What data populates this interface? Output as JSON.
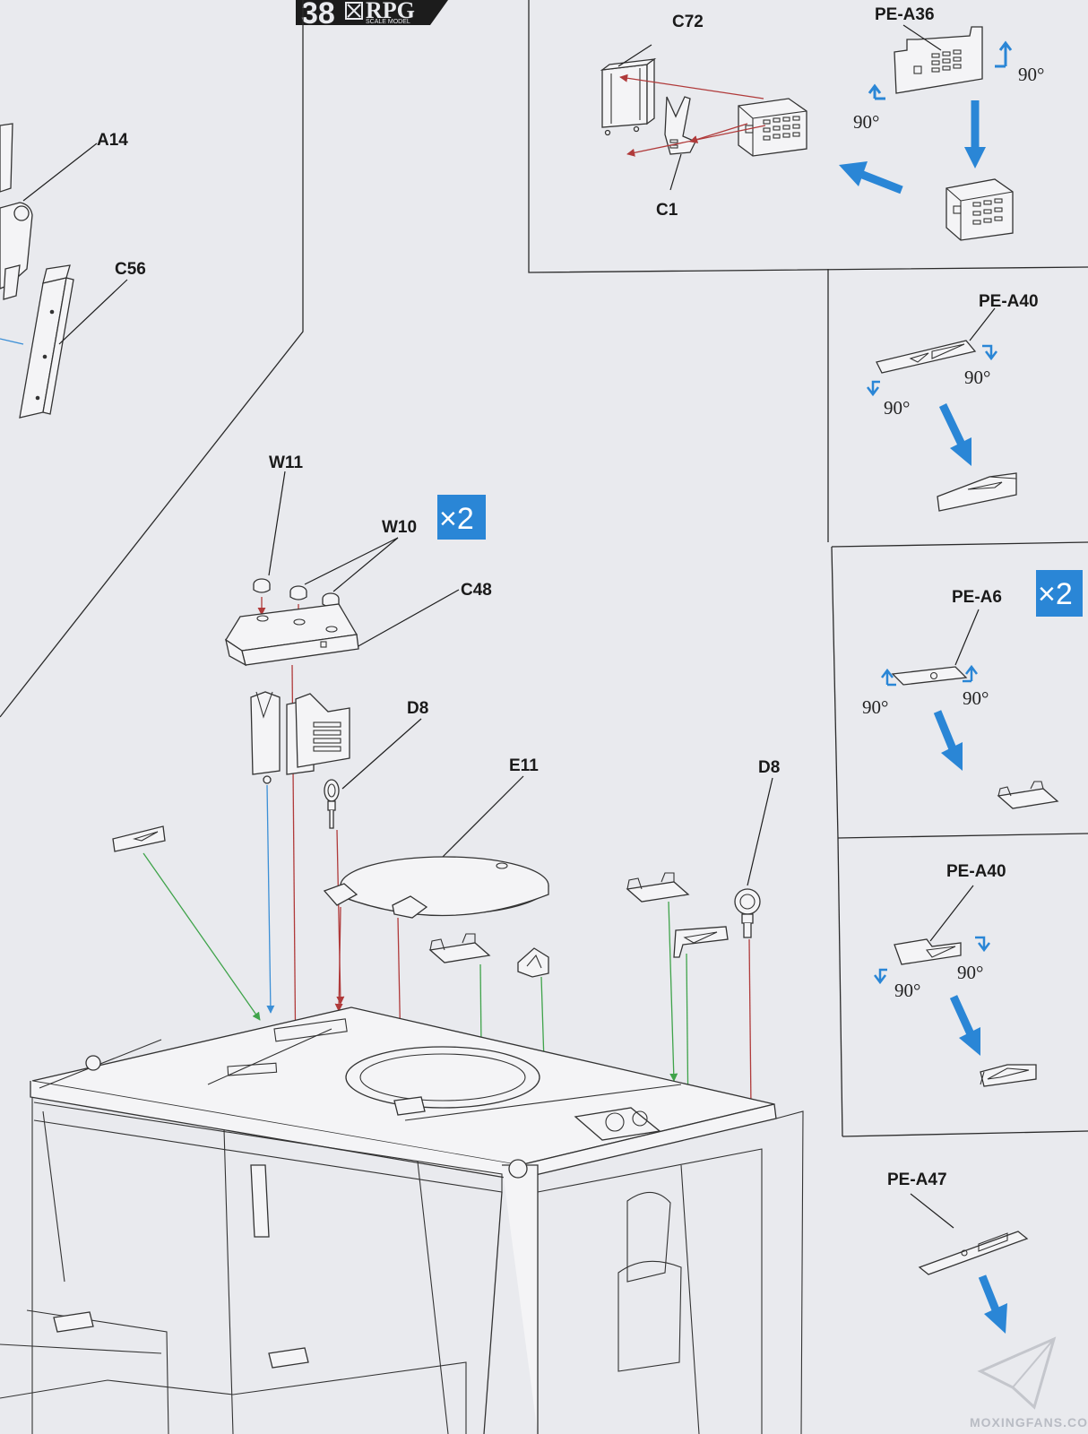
{
  "header": {
    "step_number": "38",
    "brand": "RPG",
    "brand_subtitle": "SCALE MODEL"
  },
  "part_labels": {
    "a14": "A14",
    "c56": "C56",
    "c72": "C72",
    "c1": "C1",
    "pe_a36": "PE-A36",
    "w11": "W11",
    "w10": "W10",
    "c48": "C48",
    "d8_left": "D8",
    "e11": "E11",
    "d8_right": "D8",
    "pe_a40_top": "PE-A40",
    "pe_a6": "PE-A6",
    "pe_a40_bottom": "PE-A40",
    "pe_a47": "PE-A47"
  },
  "bend_angles": {
    "a36_right": "90°",
    "a36_left": "90°",
    "a40_top_right": "90°",
    "a40_top_left": "90°",
    "a6_left": "90°",
    "a6_right": "90°",
    "a40_bottom_right": "90°",
    "a40_bottom_left": "90°"
  },
  "multipliers": {
    "c48_group": "×2",
    "pe_a6": "×2"
  },
  "watermark": "MOXINGFANS.COM",
  "colors": {
    "background": "#e9eaee",
    "line_art": "#333333",
    "callout_blue": "#2a86d6",
    "badge_blue": "#2a86d6",
    "arrow_red": "#b03a3a",
    "arrow_green": "#3fa34a",
    "arrow_lightblue": "#3b8fd6"
  },
  "icons": {
    "step_header": "step-number-badge",
    "logo": "rpg-logo",
    "watermark_logo": "paper-plane-logo"
  }
}
